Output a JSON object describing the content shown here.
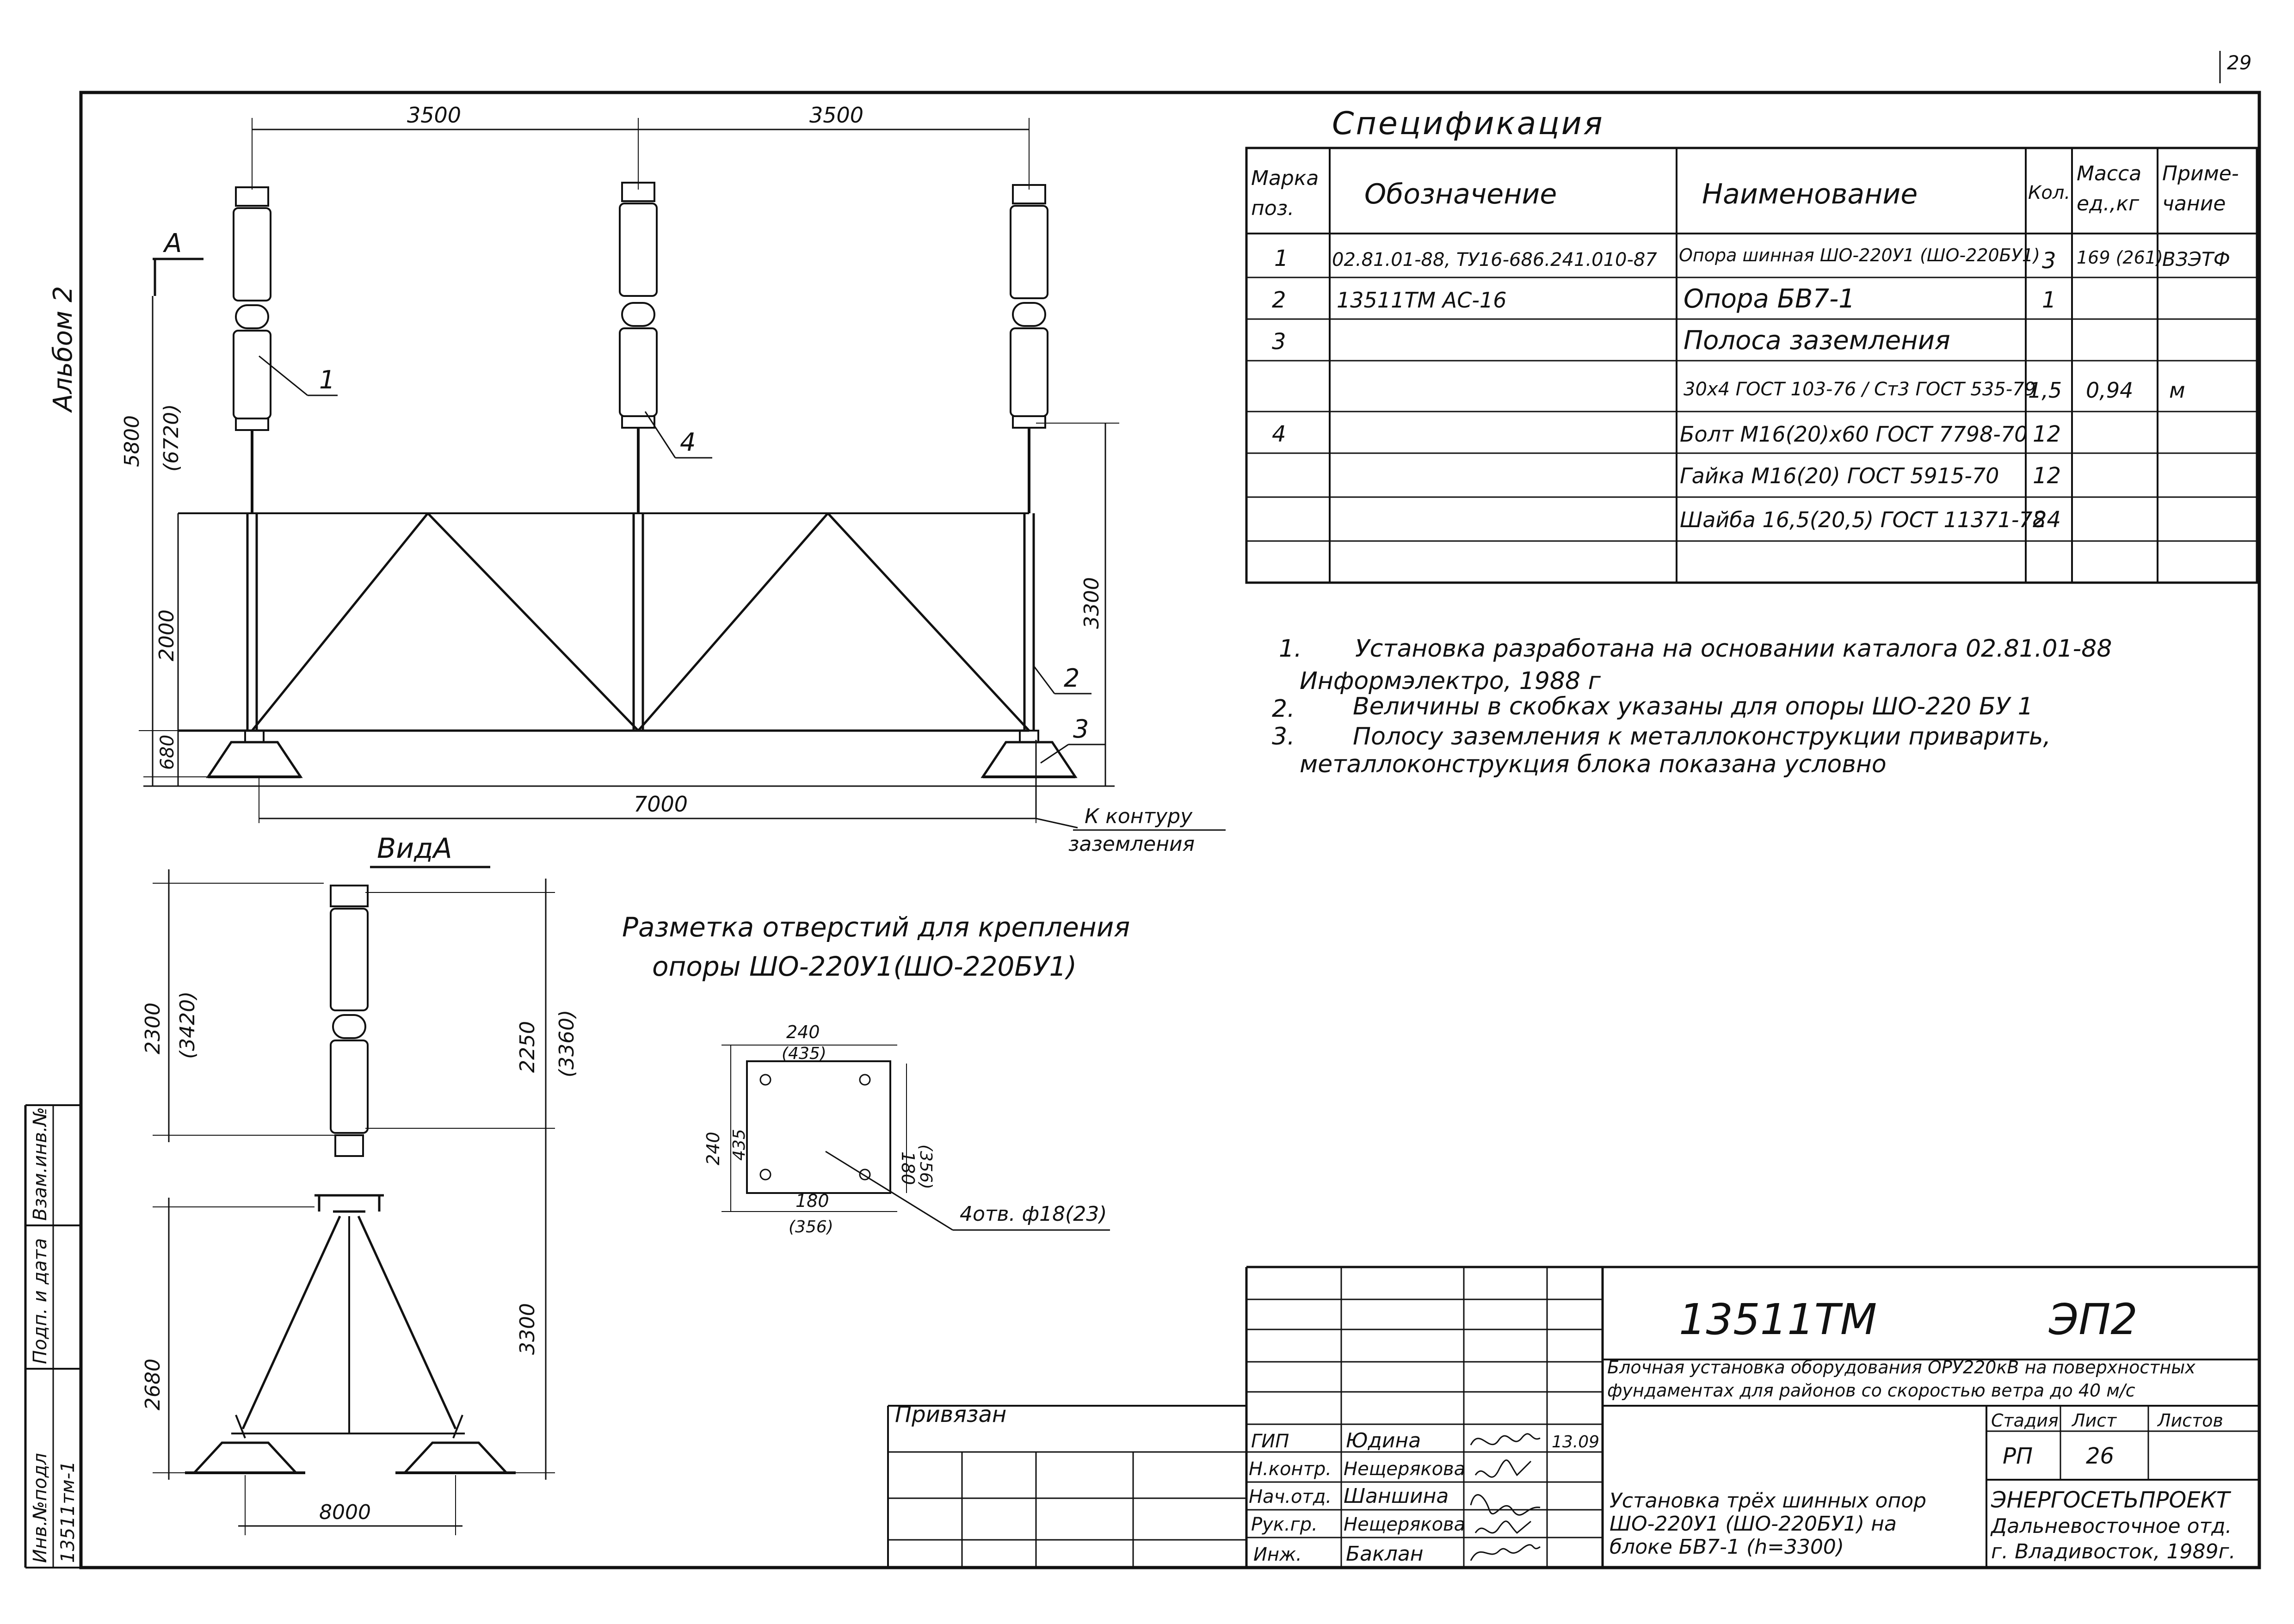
{
  "page_number": "29",
  "album": "Альбом 2",
  "left_stamps": {
    "inv_podl": "Инв.№подл",
    "inv_podl_value": "13511тм-1",
    "podp_data": "Подп. и дата",
    "vzam_inv": "Взам.инв.№"
  },
  "main_drawing": {
    "dim_top_left": "3500",
    "dim_top_right": "3500",
    "view_label": "А",
    "dim_height": "5800",
    "dim_height_alt": "(6720)",
    "dim_frame": "2000",
    "dim_base": "680",
    "dim_right": "3300",
    "dim_bottom": "7000",
    "callouts": [
      "1",
      "4",
      "2",
      "3"
    ],
    "ground_note_1": "К контуру",
    "ground_note_2": "заземления"
  },
  "view_a": {
    "title": "ВидА",
    "dim_left": "2300",
    "dim_left_alt": "(3420)",
    "dim_right": "2250",
    "dim_right_alt": "(3360)",
    "dim_lower_left": "2680",
    "dim_lower_right": "3300",
    "dim_bottom": "8000"
  },
  "holes": {
    "title_1": "Разметка отверстий для крепления",
    "title_2": "опоры ШО-220У1(ШО-220БУ1)",
    "dim_top": "240",
    "dim_top_alt": "(435)",
    "dim_left": "240",
    "dim_left_alt": "435",
    "dim_right": "180",
    "dim_right_alt": "(356)",
    "dim_bottom": "180",
    "dim_bottom_alt": "(356)",
    "callout": "4отв. ф18(23)"
  },
  "specification": {
    "title": "Спецификация",
    "headers": [
      "Марка поз.",
      "Обозначение",
      "Наименование",
      "Кол.",
      "Масса ед.,кг",
      "Приме- чание"
    ],
    "rows": [
      {
        "pos": "1",
        "designation": "02.81.01-88, ТУ16-686.241.010-87",
        "name": "Опора шинная ШО-220У1 (ШО-220БУ1)",
        "qty": "3",
        "mass": "169 (261)",
        "note": "ВЗЭТФ"
      },
      {
        "pos": "2",
        "designation": "13511ТМ  АС-16",
        "name": "Опора БВ7-1",
        "qty": "1",
        "mass": "",
        "note": ""
      },
      {
        "pos": "3",
        "designation": "",
        "name": "Полоса заземления",
        "qty": "",
        "mass": "",
        "note": ""
      },
      {
        "pos": "",
        "designation": "",
        "name": "30х4 ГОСТ 103-76 / Ст3 ГОСТ 535-79",
        "qty": "1,5",
        "mass": "0,94",
        "note": "м"
      },
      {
        "pos": "4",
        "designation": "",
        "name": "Болт М16(20)х60 ГОСТ 7798-70",
        "qty": "12",
        "mass": "",
        "note": ""
      },
      {
        "pos": "",
        "designation": "",
        "name": "Гайка М16(20) ГОСТ 5915-70",
        "qty": "12",
        "mass": "",
        "note": ""
      },
      {
        "pos": "",
        "designation": "",
        "name": "Шайба 16,5(20,5) ГОСТ 11371-78",
        "qty": "24",
        "mass": "",
        "note": ""
      },
      {
        "pos": "",
        "designation": "",
        "name": "",
        "qty": "",
        "mass": "",
        "note": ""
      }
    ]
  },
  "notes": [
    {
      "num": "1.",
      "text": "Установка разработана на основании каталога 02.81.01-88"
    },
    {
      "num": "",
      "text": "Информэлектро, 1988 г"
    },
    {
      "num": "2.",
      "text": "Величины в скобках указаны для опоры ШО-220 БУ 1"
    },
    {
      "num": "3.",
      "text": "Полосу заземления к металлоконструкции приварить,"
    },
    {
      "num": "",
      "text": "металлоконструкция блока показана условно"
    }
  ],
  "title_block": {
    "doc_code": "13511ТМ",
    "sheet_code": "ЭП2",
    "project_title_1": "Блочная установка оборудования ОРУ220кВ на поверхностных",
    "project_title_2": "фундаментах для районов со скоростью ветра до 40 м/с",
    "privyazan": "Привязан",
    "staff": [
      {
        "role": "ГИП",
        "name": "Юдина",
        "date": "13.09"
      },
      {
        "role": "Н.контр.",
        "name": "Нещерякова",
        "date": ""
      },
      {
        "role": "Нач.отд.",
        "name": "Шаншина",
        "date": ""
      },
      {
        "role": "Рук.гр.",
        "name": "Нещерякова",
        "date": ""
      },
      {
        "role": "Инж.",
        "name": "Баклан",
        "date": ""
      }
    ],
    "stage_label": "Стадия",
    "sheet_label": "Лист",
    "sheets_label": "Листов",
    "stage": "РП",
    "sheet": "26",
    "sheets": "",
    "drawing_title_1": "Установка трёх шинных опор",
    "drawing_title_2": "ШО-220У1 (ШО-220БУ1) на",
    "drawing_title_3": "блоке БВ7-1 (h=3300)",
    "org_1": "ЭНЕРГОСЕТЬПРОЕКТ",
    "org_2": "Дальневосточное отд.",
    "org_3": "г. Владивосток, 1989г."
  }
}
